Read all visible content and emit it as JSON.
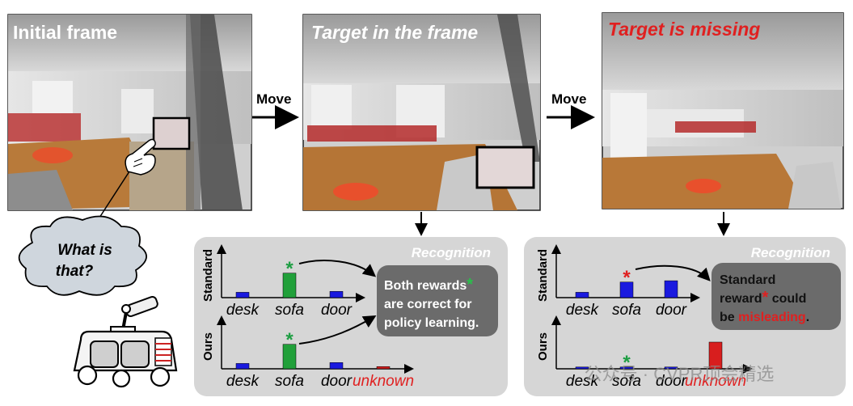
{
  "frames": {
    "initial": {
      "title": "Initial frame"
    },
    "target_in": {
      "title": "Target in the frame"
    },
    "target_missing": {
      "title": "Target is missing"
    }
  },
  "arrows": {
    "move_1": "Move",
    "move_2": "Move"
  },
  "speech": {
    "line1": "What is",
    "line2": "that?"
  },
  "recognition_left": {
    "header": "Recognition",
    "rows": [
      {
        "label": "Standard",
        "values": [
          0.12,
          0.55,
          0.14
        ],
        "categories": [
          "desk",
          "sofa",
          "door"
        ],
        "colors": [
          "#1a1adf",
          "#21a03a",
          "#1a1adf"
        ],
        "star": {
          "index": 1,
          "color": "#1e9e43"
        }
      },
      {
        "label": "Ours",
        "values": [
          0.12,
          0.55,
          0.14,
          0.05
        ],
        "categories": [
          "desk",
          "sofa",
          "door",
          "unknown"
        ],
        "colors": [
          "#1a1adf",
          "#21a03a",
          "#1a1adf",
          "#d81e1e"
        ],
        "star": {
          "index": 1,
          "color": "#1e9e43"
        }
      }
    ],
    "note": {
      "line1": "Both rewards",
      "line2": "are correct for",
      "line3": "policy learning."
    }
  },
  "recognition_right": {
    "header": "Recognition",
    "rows": [
      {
        "label": "Standard",
        "values": [
          0.12,
          0.35,
          0.38
        ],
        "categories": [
          "desk",
          "sofa",
          "door"
        ],
        "colors": [
          "#1a1adf",
          "#1a1adf",
          "#1a1adf"
        ],
        "star": {
          "index": 1,
          "color": "#e02020"
        }
      },
      {
        "label": "Ours",
        "values": [
          0.04,
          0.04,
          0.04,
          0.6
        ],
        "categories": [
          "desk",
          "sofa",
          "door",
          "unknown"
        ],
        "colors": [
          "#1a1adf",
          "#1a1adf",
          "#1a1adf",
          "#d81e1e"
        ],
        "star": {
          "index": 1,
          "color": "#1e9e43"
        }
      }
    ],
    "note": {
      "line1": "Standard",
      "line2a": "reward",
      "line2b": " could",
      "line3a": "be ",
      "line3b": "misleading",
      "line3c": "."
    }
  },
  "watermark": "公众号 · CVPR顶会精选",
  "colors": {
    "panel": "#d6d6d6",
    "note_box": "#6b6b6b",
    "red_title": "#e02020",
    "green_star": "#1e9e43"
  }
}
